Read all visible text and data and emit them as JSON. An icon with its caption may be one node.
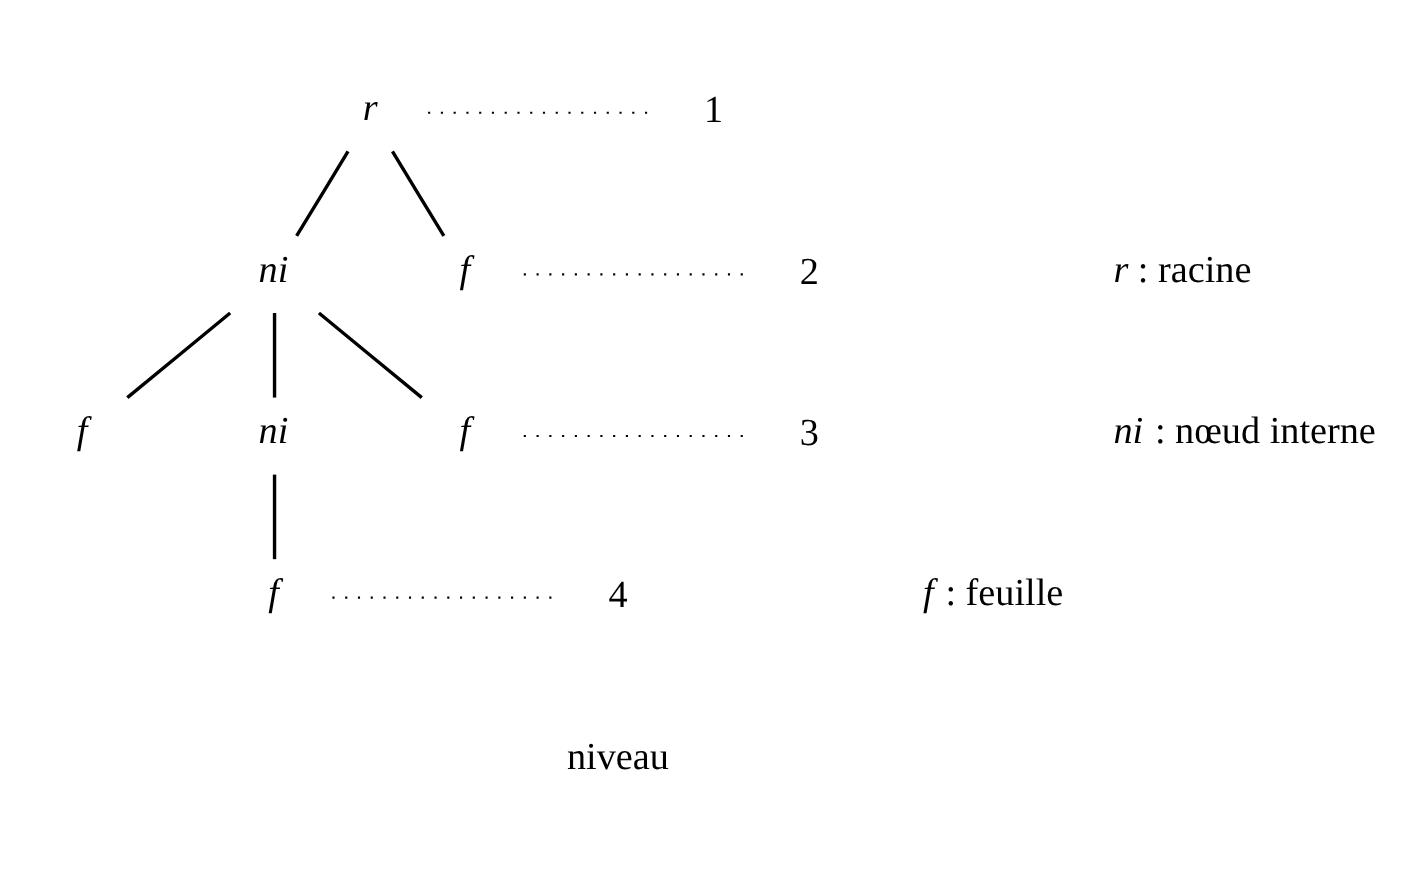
{
  "diagram": {
    "nodes": [
      {
        "text": [
          "r"
        ]
      },
      {
        "text": [
          "ni"
        ]
      },
      {
        "text": [
          "f"
        ]
      },
      {
        "text": [
          "f"
        ]
      },
      {
        "text": [
          "ni"
        ]
      },
      {
        "text": [
          "f"
        ]
      },
      {
        "text": [
          "f"
        ]
      },
      {
        "text": [
          "1"
        ]
      },
      {
        "text": [
          "2"
        ]
      },
      {
        "text": [
          "3"
        ]
      },
      {
        "text": [
          "4"
        ]
      }
    ],
    "edges": [
      {
        "from": 0,
        "to": 1,
        "arrow": "none"
      },
      {
        "from": 0,
        "to": 2,
        "arrow": "none"
      },
      {
        "from": 1,
        "to": 3,
        "arrow": "none"
      },
      {
        "from": 1,
        "to": 4,
        "arrow": "none"
      },
      {
        "from": 1,
        "to": 5,
        "arrow": "none"
      },
      {
        "from": 4,
        "to": 6,
        "arrow": "none"
      },
      {
        "from": 0,
        "to": 7,
        "arrow": "none",
        "style": "dashed"
      },
      {
        "from": 2,
        "to": 8,
        "arrow": "none",
        "style": "dashed"
      },
      {
        "from": 5,
        "to": 9,
        "arrow": "none",
        "style": "dashed"
      },
      {
        "from": 6,
        "to": 10,
        "arrow": "none",
        "style": "dashed"
      }
    ],
    "labels": [
      "niveau",
      "*r* : racine",
      "*ni* : nœud interne",
      "*f* : feuille"
    ]
  }
}
